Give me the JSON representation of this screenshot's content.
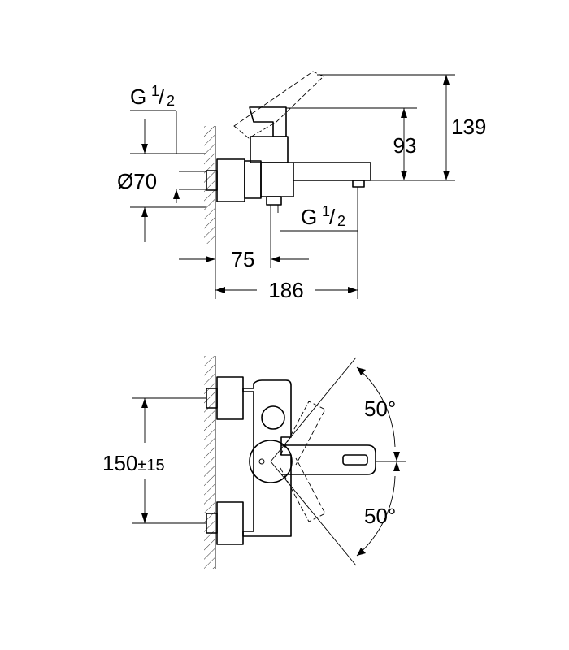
{
  "side_view": {
    "g_top": {
      "base": "G",
      "num": "1",
      "den": "2"
    },
    "diameter": "Ø70",
    "g_bottom": {
      "base": "G",
      "num": "1",
      "den": "2"
    },
    "dim_93": "93",
    "dim_139": "139",
    "dim_75": "75",
    "dim_186": "186"
  },
  "front_view": {
    "dim_150": "150",
    "dim_tolerance": "±15",
    "angle_upper": "50°",
    "angle_lower": "50°"
  }
}
